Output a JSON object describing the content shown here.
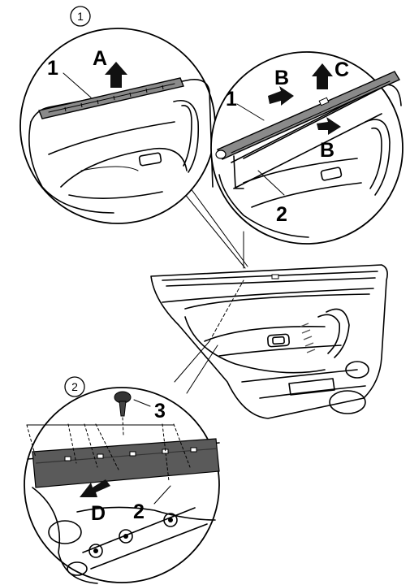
{
  "callouts": {
    "step1": "1",
    "step2": "2"
  },
  "labels": {
    "detail1_part1": "1",
    "detail1_arrow_a": "A",
    "detail2_part1": "1",
    "detail2_arrow_b_top": "B",
    "detail2_arrow_c": "C",
    "detail2_arrow_b_bottom": "B",
    "detail2_part2": "2",
    "detail3_part3": "3",
    "detail3_arrow_d": "D",
    "detail3_part2": "2"
  }
}
